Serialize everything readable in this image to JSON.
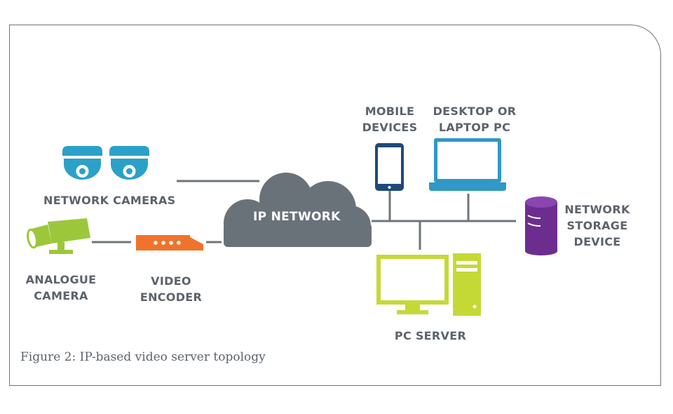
{
  "diagram": {
    "cloud_label": "IP NETWORK",
    "network_cameras_label": "NETWORK CAMERAS",
    "analogue_camera_label": [
      "ANALOGUE",
      "CAMERA"
    ],
    "video_encoder_label": [
      "VIDEO",
      "ENCODER"
    ],
    "mobile_devices_label": [
      "MOBILE",
      "DEVICES"
    ],
    "desktop_laptop_label": [
      "DESKTOP OR",
      "LAPTOP PC"
    ],
    "network_storage_label": [
      "NETWORK",
      "STORAGE",
      "DEVICE"
    ],
    "pc_server_label": "PC SERVER",
    "caption": "Figure 2: IP-based video server topology"
  },
  "icons": [
    "dome-camera-icon",
    "analogue-camera-icon",
    "video-encoder-icon",
    "cloud-icon",
    "mobile-phone-icon",
    "laptop-icon",
    "storage-cylinder-icon",
    "desktop-pc-icon"
  ],
  "colors": {
    "camera_blue": "#2ba0c9",
    "laptop_blue": "#2e98c6",
    "mobile_navy": "#1f4a78",
    "camera_green": "#9dc73b",
    "encoder_orange": "#f0732c",
    "cloud_gray": "#6a7279",
    "storage_purple": "#6d2d8f",
    "server_lime": "#c5d936",
    "line_gray": "#6f7479",
    "text_gray": "#5c636b"
  }
}
